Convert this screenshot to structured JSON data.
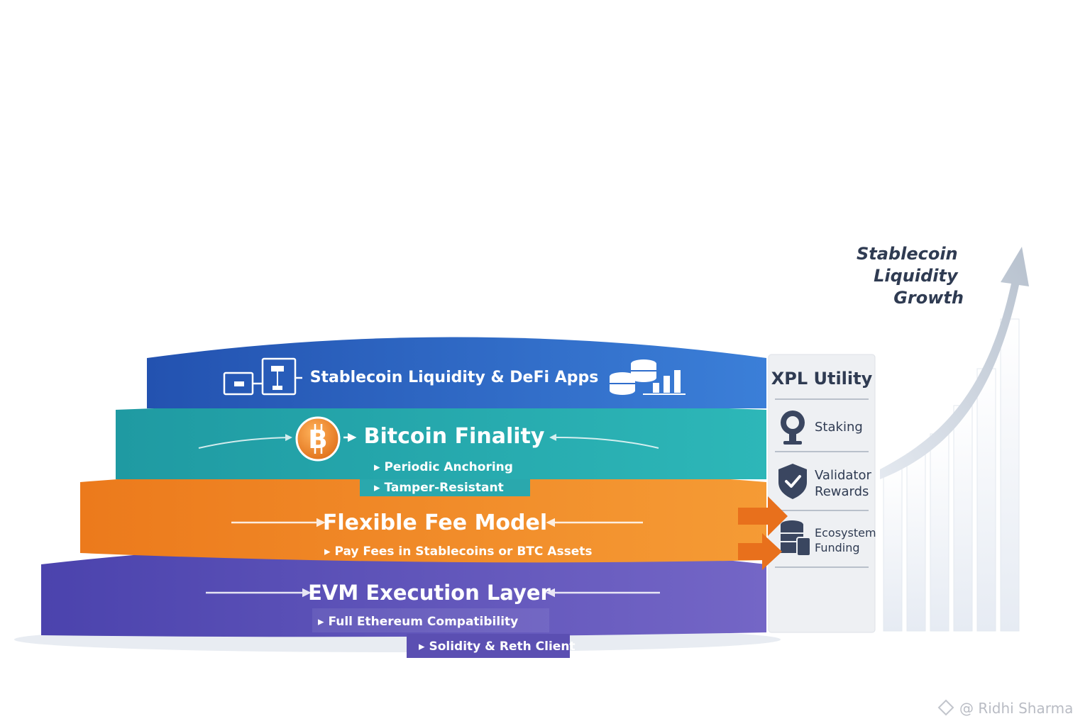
{
  "layers": [
    {
      "title": "Stablecoin Liquidity & DeFi Apps",
      "subs": [],
      "color": "#2f6dcc"
    },
    {
      "title": "Bitcoin Finality",
      "subs": [
        "Periodic Anchoring",
        "Tamper-Resistant"
      ],
      "color": "#27aab0"
    },
    {
      "title": "Flexible Fee Model",
      "subs": [
        "Pay Fees in Stablecoins or BTC Assets"
      ],
      "color": "#f08a2a"
    },
    {
      "title": "EVM Execution Layer",
      "subs": [
        "Full Ethereum Compatibility",
        "Solidity & Reth Client"
      ],
      "color": "#5d55b8"
    }
  ],
  "bitcoin_symbol": "B",
  "utility_panel": {
    "title": "XPL Utility",
    "items": [
      {
        "label_lines": [
          "Staking"
        ],
        "icon": "staking-icon"
      },
      {
        "label_lines": [
          "Validator",
          "Rewards"
        ],
        "icon": "shield-check-icon"
      },
      {
        "label_lines": [
          "Ecosystem",
          "Funding"
        ],
        "icon": "coin-stack-icon"
      }
    ]
  },
  "growth": {
    "label_lines": [
      "Stablecoin",
      "Liquidity",
      "Growth"
    ]
  },
  "watermark": "@ Ridhi Sharma"
}
